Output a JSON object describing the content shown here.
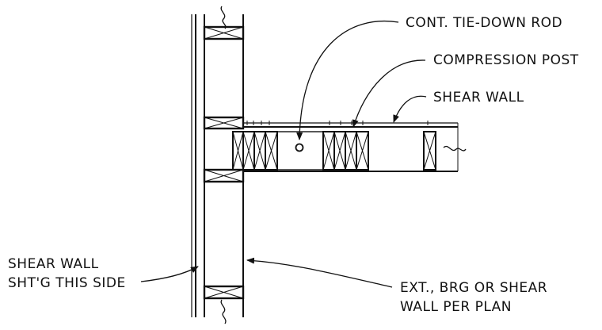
{
  "labels": {
    "tie_down_rod": "CONT. TIE-DOWN ROD",
    "compression_post": "COMPRESSION POST",
    "shear_wall": "SHEAR WALL",
    "shear_wall_shtg_line1": "SHEAR WALL",
    "shear_wall_shtg_line2": "SHT'G THIS SIDE",
    "ext_wall_line1": "EXT., BRG OR SHEAR",
    "ext_wall_line2": "WALL PER PLAN"
  },
  "colors": {
    "ink": "#111111",
    "background": "#ffffff"
  }
}
